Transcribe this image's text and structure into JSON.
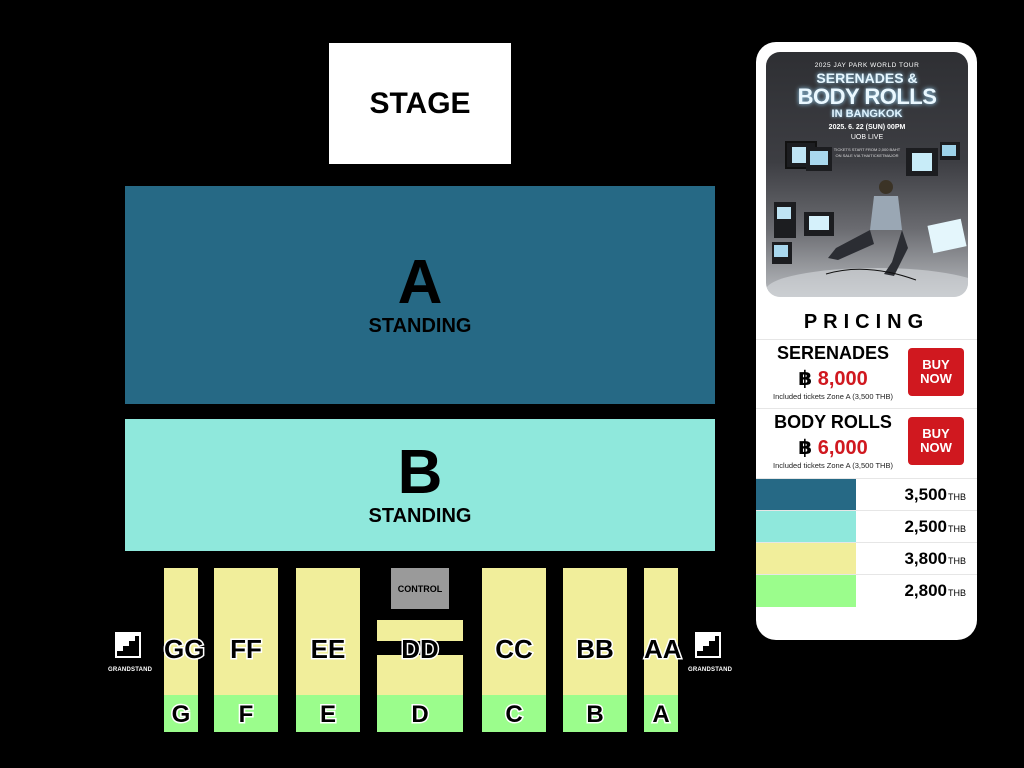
{
  "stage": {
    "label": "STAGE"
  },
  "zones": {
    "a": {
      "letter": "A",
      "sub": "STANDING",
      "color": "#266985"
    },
    "b": {
      "letter": "B",
      "sub": "STANDING",
      "color": "#8fe8dc"
    }
  },
  "colors": {
    "seat_yellow": "#f1ee9b",
    "seat_green": "#9bfd8c",
    "control_gray": "#9a9a9a",
    "buy_red": "#d0181f"
  },
  "control": {
    "label": "CONTROL"
  },
  "grandstand": {
    "label": "GRANDSTAND",
    "icon": "stairs-icon"
  },
  "blocks": [
    {
      "upper": "GG",
      "lower": "G"
    },
    {
      "upper": "FF",
      "lower": "F"
    },
    {
      "upper": "EE",
      "lower": "E"
    },
    {
      "upper": "DD",
      "lower": "D"
    },
    {
      "upper": "CC",
      "lower": "C"
    },
    {
      "upper": "BB",
      "lower": "B"
    },
    {
      "upper": "AA",
      "lower": "A"
    }
  ],
  "poster": {
    "tour": "2025 JAY PARK WORLD TOUR",
    "title_1": "SERENADES &",
    "title_2": "BODY ROLLS",
    "city": "IN BANGKOK",
    "date": "2025. 6. 22 (SUN) 00PM",
    "venue": "UOB LIVE",
    "small_1": "TICKETS START FROM 2,000 BAHT",
    "small_2": "ON SALE VIA THAITICKETMAJOR"
  },
  "pricing": {
    "title": "PRICING",
    "packages": [
      {
        "name": "SERENADES",
        "currency": "฿",
        "amount": "8,000",
        "note": "Included tickets Zone A (3,500 THB)",
        "buy_1": "BUY",
        "buy_2": "NOW"
      },
      {
        "name": "BODY ROLLS",
        "currency": "฿",
        "amount": "6,000",
        "note": "Included tickets Zone A (3,500 THB)",
        "buy_1": "BUY",
        "buy_2": "NOW"
      }
    ],
    "legend": [
      {
        "color": "#266985",
        "price": "3,500",
        "unit": "THB"
      },
      {
        "color": "#8fe8dc",
        "price": "2,500",
        "unit": "THB"
      },
      {
        "color": "#f1ee9b",
        "price": "3,800",
        "unit": "THB"
      },
      {
        "color": "#9bfd8c",
        "price": "2,800",
        "unit": "THB"
      }
    ]
  }
}
